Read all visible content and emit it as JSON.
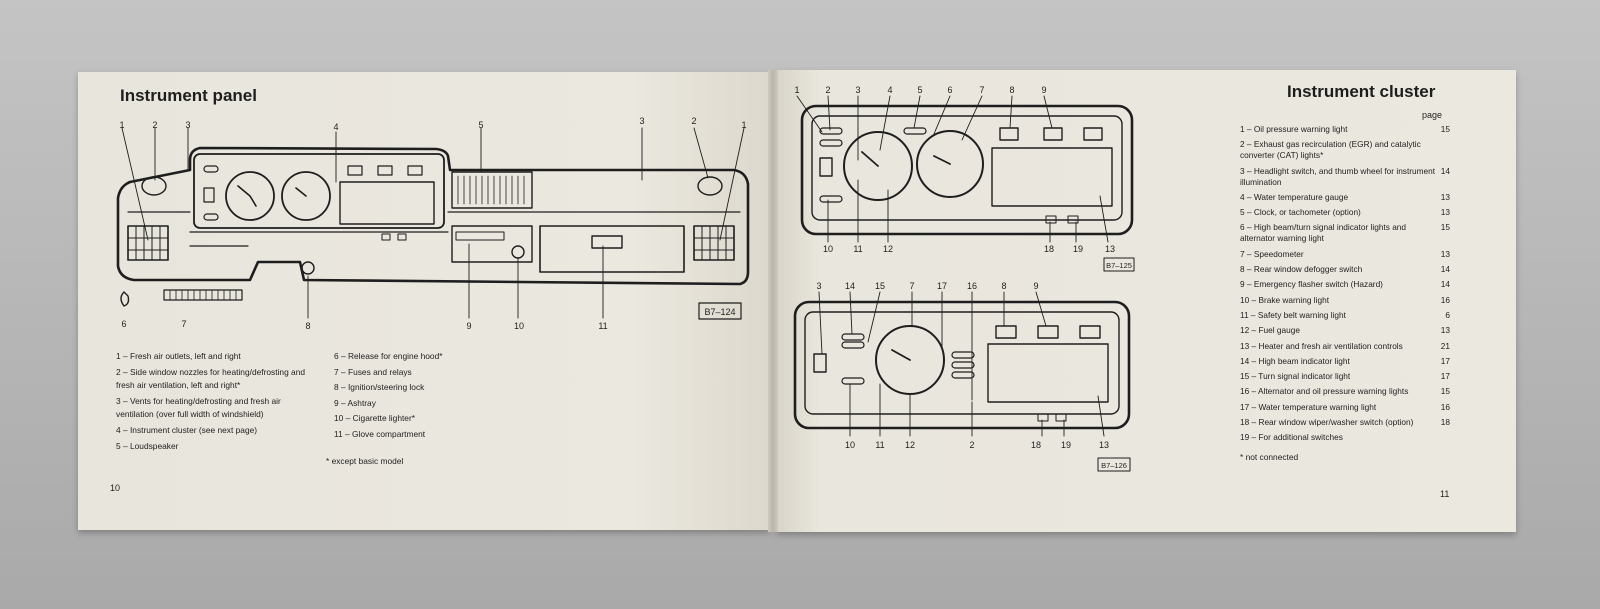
{
  "left_page": {
    "title": "Instrument panel",
    "page_number": "10",
    "figure_ref": "B7–124",
    "callouts_top": [
      "1",
      "2",
      "3",
      "4",
      "5",
      "3",
      "2",
      "1"
    ],
    "callouts_bottom": [
      "6",
      "7",
      "8",
      "9",
      "10",
      "11"
    ],
    "legend_col1": [
      "1 – Fresh air outlets, left and right",
      "2 – Side window nozzles for heating/defrosting and fresh air ventilation, left and right*",
      "3 – Vents for heating/defrosting and fresh air ventilation (over full width of windshield)",
      "4 – Instrument cluster (see next page)",
      "5 – Loudspeaker"
    ],
    "legend_col2": [
      "6 – Release for engine hood*",
      "7 – Fuses and relays",
      "8 – Ignition/steering lock",
      "9 – Ashtray",
      "10 – Cigarette lighter*",
      "11 – Glove compartment"
    ],
    "footnote": "* except basic model"
  },
  "right_page": {
    "title": "Instrument cluster",
    "page_column_header": "page",
    "page_number": "11",
    "figure_ref_1": "B7–125",
    "figure_ref_2": "B7–126",
    "fig1_callouts_top": [
      "1",
      "2",
      "3",
      "4",
      "5",
      "6",
      "7",
      "8",
      "9"
    ],
    "fig1_callouts_bottom": [
      "10",
      "11",
      "12",
      "18",
      "19",
      "13"
    ],
    "fig2_callouts_top": [
      "3",
      "14",
      "15",
      "7",
      "17",
      "16",
      "8",
      "9"
    ],
    "fig2_callouts_bottom": [
      "10",
      "11",
      "12",
      "2",
      "18",
      "19",
      "13"
    ],
    "legend": [
      {
        "text": "1 – Oil pressure warning light",
        "page": "15"
      },
      {
        "text": "2 – Exhaust gas recirculation (EGR) and catalytic converter (CAT) lights*",
        "page": ""
      },
      {
        "text": "3 – Headlight switch, and thumb wheel for instrument illumination",
        "page": "14"
      },
      {
        "text": "4 – Water temperature gauge",
        "page": "13"
      },
      {
        "text": "5 – Clock, or tachometer (option)",
        "page": "13"
      },
      {
        "text": "6 – High beam/turn signal indicator lights and alternator warning light",
        "page": "15"
      },
      {
        "text": "7 – Speedometer",
        "page": "13"
      },
      {
        "text": "8 – Rear window defogger switch",
        "page": "14"
      },
      {
        "text": "9 – Emergency flasher switch (Hazard)",
        "page": "14"
      },
      {
        "text": "10 – Brake warning light",
        "page": "16"
      },
      {
        "text": "11 – Safety belt warning light",
        "page": "6"
      },
      {
        "text": "12 – Fuel gauge",
        "page": "13"
      },
      {
        "text": "13 – Heater and fresh air ventilation controls",
        "page": "21"
      },
      {
        "text": "14 – High beam indicator light",
        "page": "17"
      },
      {
        "text": "15 – Turn signal indicator light",
        "page": "17"
      },
      {
        "text": "16 – Alternator and oil pressure warning lights",
        "page": "15"
      },
      {
        "text": "17 – Water temperature warning light",
        "page": "16"
      },
      {
        "text": "18 – Rear window wiper/washer switch (option)",
        "page": "18"
      },
      {
        "text": "19 – For additional switches",
        "page": ""
      }
    ],
    "footnote": "* not connected"
  }
}
